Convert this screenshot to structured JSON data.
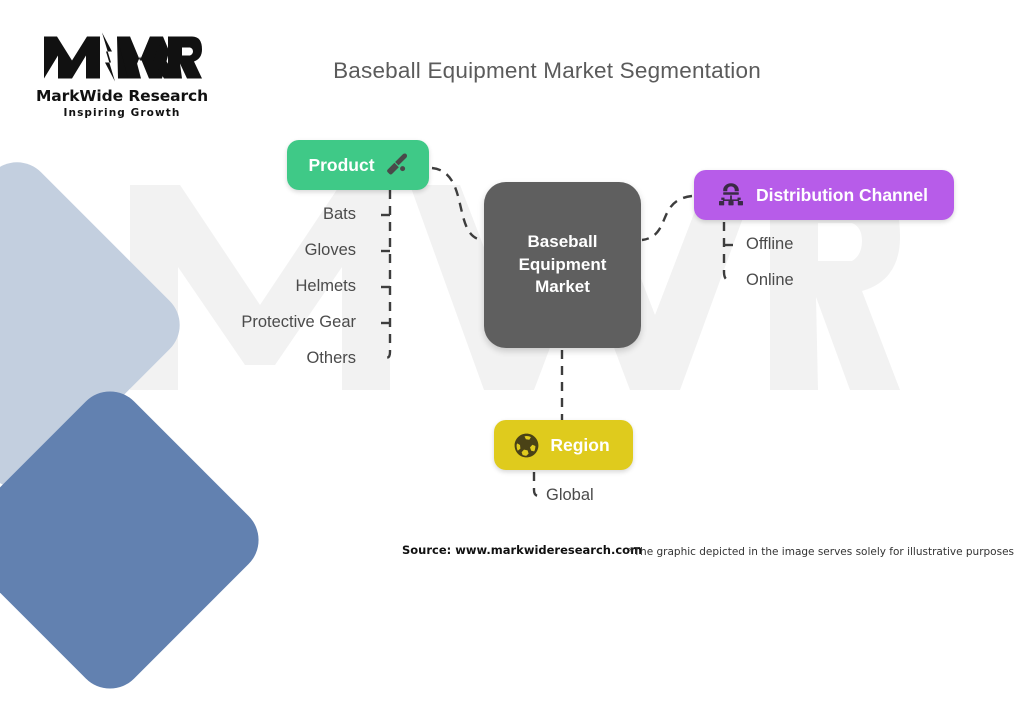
{
  "brand": {
    "logo_mark": "mwr-monogram-icon",
    "name": "MarkWide Research",
    "tagline": "Inspiring Growth"
  },
  "header": {
    "title": "Baseball Equipment Market Segmentation"
  },
  "diagram": {
    "center": {
      "label": "Baseball\nEquipment\nMarket",
      "color": "#5f5f5f"
    },
    "branches": [
      {
        "id": "product",
        "label": "Product",
        "color": "#3fc987",
        "icon": "baseball-bat-icon",
        "icon_side": "right",
        "items": [
          "Bats",
          "Gloves",
          "Helmets",
          "Protective Gear",
          "Others"
        ]
      },
      {
        "id": "distribution-channel",
        "label": "Distribution Channel",
        "color": "#b75ce9",
        "icon": "distribution-network-icon",
        "icon_side": "left",
        "items": [
          "Offline",
          "Online"
        ]
      },
      {
        "id": "region",
        "label": "Region",
        "color": "#dfcb1d",
        "icon": "globe-icon",
        "icon_side": "left",
        "items": [
          "Global"
        ]
      }
    ],
    "connector_color": "#3d3d3d"
  },
  "footer": {
    "source": "Source: www.markwideresearch.com",
    "disclaimer": "*The graphic depicted in the image serves solely for illustrative purposes"
  }
}
